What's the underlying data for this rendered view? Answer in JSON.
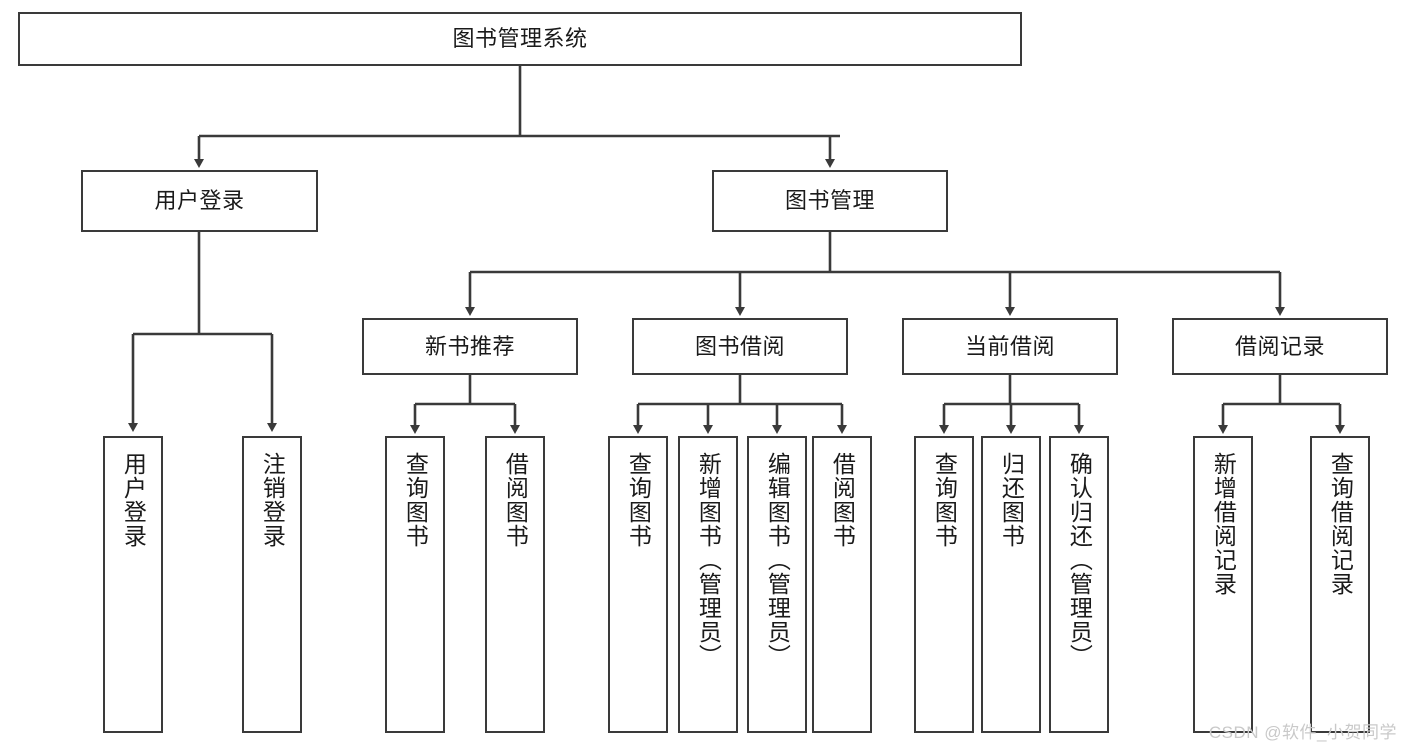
{
  "diagram": {
    "title": "图书管理系统",
    "watermark": "CSDN @软件_小贺同学",
    "type": "tree-hierarchy-diagram",
    "root": {
      "label": "图书管理系统"
    },
    "level2": [
      {
        "label": "用户登录"
      },
      {
        "label": "图书管理"
      }
    ],
    "level3": [
      {
        "label": "新书推荐"
      },
      {
        "label": "图书借阅"
      },
      {
        "label": "当前借阅"
      },
      {
        "label": "借阅记录"
      }
    ],
    "leaves": {
      "user_login": [
        {
          "label": "用户登录"
        },
        {
          "label": "注销登录"
        }
      ],
      "new_book_recommend": [
        {
          "label": "查询图书"
        },
        {
          "label": "借阅图书"
        }
      ],
      "book_borrow": [
        {
          "label": "查询图书"
        },
        {
          "label": "新增图书（管理员）"
        },
        {
          "label": "编辑图书（管理员）"
        },
        {
          "label": "借阅图书"
        }
      ],
      "current_borrow": [
        {
          "label": "查询图书"
        },
        {
          "label": "归还图书"
        },
        {
          "label": "确认归还（管理员）"
        }
      ],
      "borrow_record": [
        {
          "label": "新增借阅记录"
        },
        {
          "label": "查询借阅记录"
        }
      ]
    },
    "colors": {
      "stroke": "#3a3a3a",
      "text": "#1a1a1a",
      "background": "#ffffff",
      "watermark": "#c9c9c9"
    }
  }
}
